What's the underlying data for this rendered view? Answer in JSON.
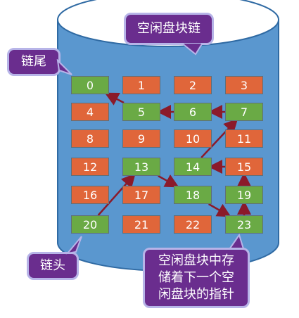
{
  "title_callout": "空闲盘块链",
  "tail_callout": "链尾",
  "head_callout": "链头",
  "note_callout": [
    "空闲盘块中存",
    "储着下一个空",
    "闲盘块的指针"
  ],
  "colors": {
    "free": "#6aaa45",
    "used": "#e0663a",
    "cylinder": "#5a97cf",
    "callout_bg": "#6a2d8e",
    "arrow": "#8b1a2a"
  },
  "blocks": [
    {
      "label": "0",
      "state": "free"
    },
    {
      "label": "1",
      "state": "used"
    },
    {
      "label": "2",
      "state": "used"
    },
    {
      "label": "3",
      "state": "used"
    },
    {
      "label": "4",
      "state": "used"
    },
    {
      "label": "5",
      "state": "free"
    },
    {
      "label": "6",
      "state": "free"
    },
    {
      "label": "7",
      "state": "free"
    },
    {
      "label": "8",
      "state": "used"
    },
    {
      "label": "9",
      "state": "used"
    },
    {
      "label": "10",
      "state": "used"
    },
    {
      "label": "11",
      "state": "used"
    },
    {
      "label": "12",
      "state": "used"
    },
    {
      "label": "13",
      "state": "free"
    },
    {
      "label": "14",
      "state": "free"
    },
    {
      "label": "15",
      "state": "used"
    },
    {
      "label": "16",
      "state": "used"
    },
    {
      "label": "17",
      "state": "used"
    },
    {
      "label": "18",
      "state": "free"
    },
    {
      "label": "19",
      "state": "free"
    },
    {
      "label": "20",
      "state": "free"
    },
    {
      "label": "21",
      "state": "used"
    },
    {
      "label": "22",
      "state": "used"
    },
    {
      "label": "23",
      "state": "free"
    }
  ],
  "chain": [
    20,
    13,
    18,
    23,
    19,
    15,
    14,
    7,
    6,
    5,
    0
  ]
}
